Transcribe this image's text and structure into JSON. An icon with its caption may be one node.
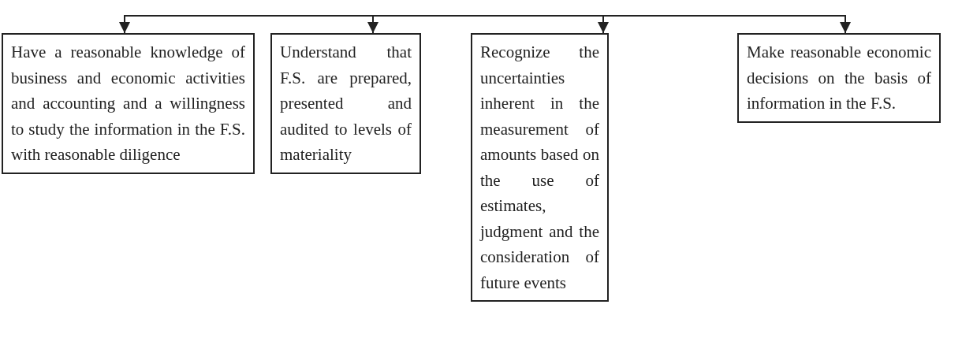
{
  "diagram": {
    "nodes": [
      {
        "text": [
          "Have a reasonable knowledge of business and economic activities and accounting and a willingness to study the information in the F.S. with reasonable diligence"
        ]
      },
      {
        "text": [
          "Understand that F.S. are prepared, presented and audited to levels of materiality"
        ]
      },
      {
        "text": [
          "Recognize the uncertainties inherent in the measurement of amounts based on the use of estimates, judgment and the consideration of future events"
        ]
      },
      {
        "text": [
          "Make reasonable economic decisions on the basis of information in the F.S."
        ]
      }
    ],
    "edges": [
      {
        "from": null,
        "to": 0,
        "arrow": "to"
      },
      {
        "from": null,
        "to": 1,
        "arrow": "to"
      },
      {
        "from": null,
        "to": 2,
        "arrow": "to"
      },
      {
        "from": null,
        "to": 3,
        "arrow": "to"
      }
    ]
  }
}
